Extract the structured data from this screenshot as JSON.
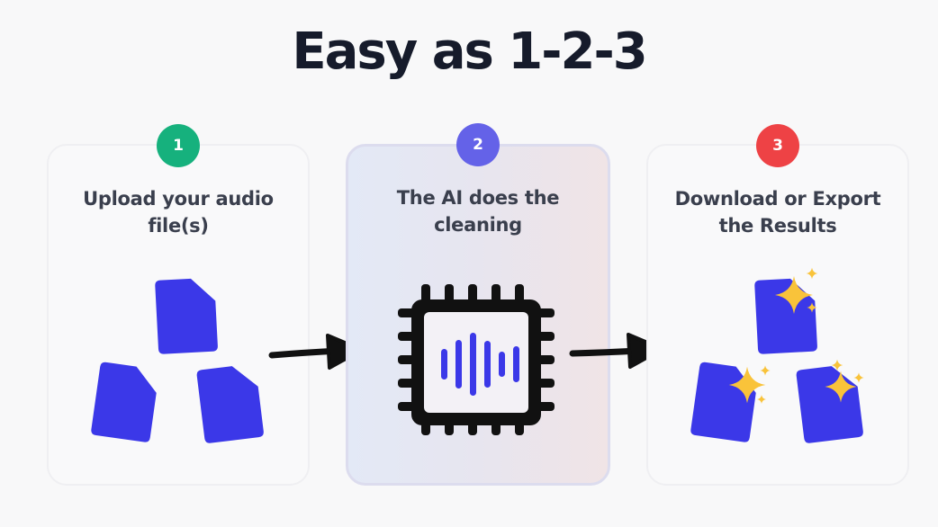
{
  "title": "Easy as 1-2-3",
  "colors": {
    "background": "#f8f8f9",
    "title": "#161b2b",
    "file_blue": "#3b38e8",
    "sparkle_yellow": "#f9c33a",
    "chip_black": "#111111",
    "step1_badge": "#16b17d",
    "step2_badge": "#6462e8",
    "step3_badge": "#ee4245"
  },
  "steps": [
    {
      "number": "1",
      "label": "Upload your audio file(s)",
      "illustration": "audio-file-icons"
    },
    {
      "number": "2",
      "label": "The AI does the cleaning",
      "illustration": "ai-chip-soundwave-icon"
    },
    {
      "number": "3",
      "label": "Download or Export the Results",
      "illustration": "sparkling-file-icons"
    }
  ],
  "connectors": [
    "right-arrow-icon",
    "right-arrow-icon"
  ]
}
